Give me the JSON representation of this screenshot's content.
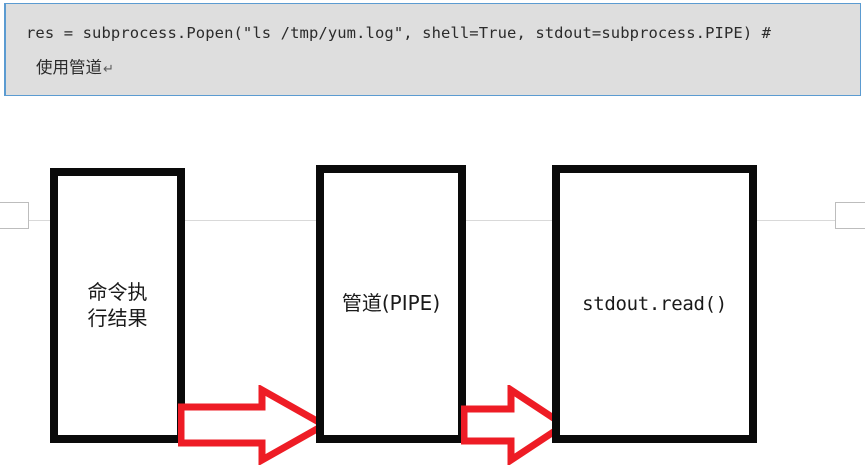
{
  "document": {
    "code_block": {
      "line_1": "res = subprocess.Popen(\"ls /tmp/yum.log\", shell=True, stdout=subprocess.PIPE) #",
      "line_2": "使用管道",
      "paragraph_mark": "↵",
      "background_color": "#dedede",
      "border_color": "#5b9bd1"
    },
    "page_break": {
      "left_marker": "page-margin-marker",
      "right_marker": "page-margin-marker",
      "rule_color": "#d9d9d9"
    }
  },
  "diagram": {
    "type": "flow",
    "box_border_color": "#0a0a0a",
    "arrow_color": "#ee1c25",
    "boxes": [
      {
        "id": "command-result",
        "label": "命令执\n行结果"
      },
      {
        "id": "pipe",
        "label": "管道(PIPE)"
      },
      {
        "id": "stdout-read",
        "label": "stdout.read()"
      }
    ],
    "arrows": [
      {
        "id": "arrow-result-to-pipe",
        "direction": "right"
      },
      {
        "id": "arrow-pipe-to-stdout",
        "direction": "right"
      }
    ]
  }
}
